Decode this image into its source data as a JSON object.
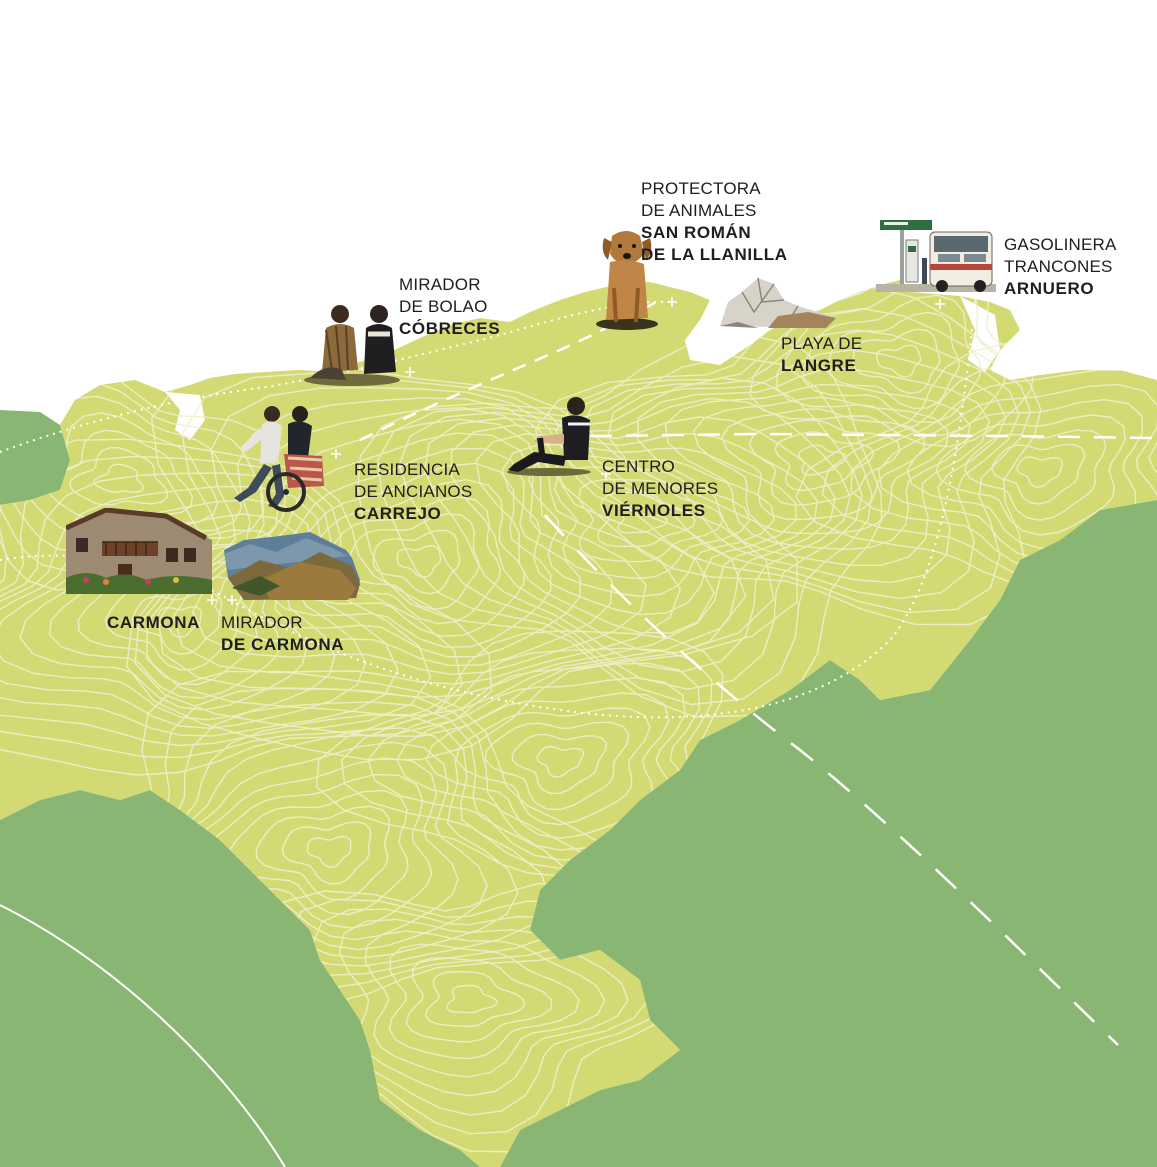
{
  "map": {
    "colors": {
      "land": "#d3da74",
      "surrounding": "#89b672",
      "sea": "#ffffff",
      "contour": "#e9ecc4",
      "route": "#ffffff"
    },
    "places": [
      {
        "id": "mirador-bolao",
        "lines": [
          "MIRADOR",
          "DE BOLAO"
        ],
        "bold": [
          "CÓBRECES"
        ],
        "photo": "two-people-sitting"
      },
      {
        "id": "protectora",
        "lines": [
          "PROTECTORA",
          "DE ANIMALES"
        ],
        "bold": [
          "SAN ROMÁN",
          "DE LA LLANILLA"
        ],
        "photo": "dog"
      },
      {
        "id": "gasolinera",
        "lines": [
          "GASOLINERA",
          "TRANCONES"
        ],
        "bold": [
          "ARNUERO"
        ],
        "photo": "gas-station-bus"
      },
      {
        "id": "playa-langre",
        "lines": [
          "PLAYA DE"
        ],
        "bold": [
          "LANGRE"
        ],
        "photo": "rock"
      },
      {
        "id": "residencia",
        "lines": [
          "RESIDENCIA",
          "DE ANCIANOS"
        ],
        "bold": [
          "CARREJO"
        ],
        "photo": "wheelchair"
      },
      {
        "id": "centro-menores",
        "lines": [
          "CENTRO",
          "DE MENORES"
        ],
        "bold": [
          "VIÉRNOLES"
        ],
        "photo": "sitting-boy"
      },
      {
        "id": "carmona",
        "lines": [],
        "bold": [
          "CARMONA"
        ],
        "photo": "stone-house"
      },
      {
        "id": "mirador-carmona",
        "lines": [
          "MIRADOR"
        ],
        "bold": [
          "DE CARMONA"
        ],
        "photo": "mountain-view"
      }
    ]
  }
}
